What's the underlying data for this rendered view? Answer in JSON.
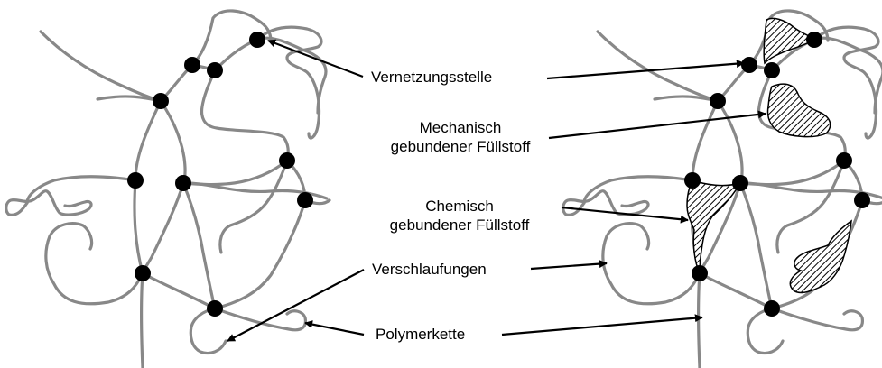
{
  "labels": {
    "crosslink": "Vernetzungsstelle",
    "mech_line1": "Mechanisch",
    "mech_line2": "gebundener Füllstoff",
    "chem_line1": "Chemisch",
    "chem_line2": "gebundener Füllstoff",
    "entanglement": "Verschlaufungen",
    "polymer_chain": "Polymerkette"
  },
  "colors": {
    "chain": "#888888",
    "crosslink_node": "#000000",
    "arrow": "#000000",
    "filler_hatch": "#000000"
  }
}
